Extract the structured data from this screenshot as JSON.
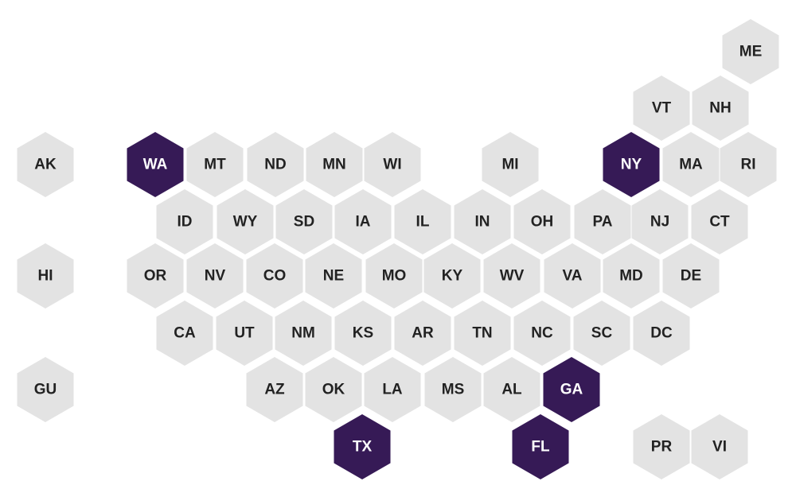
{
  "map": {
    "colors": {
      "default_fill": "#e3e3e3",
      "highlight_fill": "#361a56",
      "default_text": "#222222",
      "highlight_text": "#ffffff"
    },
    "states": [
      {
        "abbr": "ME",
        "highlighted": false
      },
      {
        "abbr": "VT",
        "highlighted": false
      },
      {
        "abbr": "NH",
        "highlighted": false
      },
      {
        "abbr": "AK",
        "highlighted": false
      },
      {
        "abbr": "WA",
        "highlighted": true
      },
      {
        "abbr": "MT",
        "highlighted": false
      },
      {
        "abbr": "ND",
        "highlighted": false
      },
      {
        "abbr": "MN",
        "highlighted": false
      },
      {
        "abbr": "WI",
        "highlighted": false
      },
      {
        "abbr": "MI",
        "highlighted": false
      },
      {
        "abbr": "NY",
        "highlighted": true
      },
      {
        "abbr": "MA",
        "highlighted": false
      },
      {
        "abbr": "RI",
        "highlighted": false
      },
      {
        "abbr": "ID",
        "highlighted": false
      },
      {
        "abbr": "WY",
        "highlighted": false
      },
      {
        "abbr": "SD",
        "highlighted": false
      },
      {
        "abbr": "IA",
        "highlighted": false
      },
      {
        "abbr": "IL",
        "highlighted": false
      },
      {
        "abbr": "IN",
        "highlighted": false
      },
      {
        "abbr": "OH",
        "highlighted": false
      },
      {
        "abbr": "PA",
        "highlighted": false
      },
      {
        "abbr": "NJ",
        "highlighted": false
      },
      {
        "abbr": "CT",
        "highlighted": false
      },
      {
        "abbr": "HI",
        "highlighted": false
      },
      {
        "abbr": "OR",
        "highlighted": false
      },
      {
        "abbr": "NV",
        "highlighted": false
      },
      {
        "abbr": "CO",
        "highlighted": false
      },
      {
        "abbr": "NE",
        "highlighted": false
      },
      {
        "abbr": "MO",
        "highlighted": false
      },
      {
        "abbr": "KY",
        "highlighted": false
      },
      {
        "abbr": "WV",
        "highlighted": false
      },
      {
        "abbr": "VA",
        "highlighted": false
      },
      {
        "abbr": "MD",
        "highlighted": false
      },
      {
        "abbr": "DE",
        "highlighted": false
      },
      {
        "abbr": "CA",
        "highlighted": false
      },
      {
        "abbr": "UT",
        "highlighted": false
      },
      {
        "abbr": "NM",
        "highlighted": false
      },
      {
        "abbr": "KS",
        "highlighted": false
      },
      {
        "abbr": "AR",
        "highlighted": false
      },
      {
        "abbr": "TN",
        "highlighted": false
      },
      {
        "abbr": "NC",
        "highlighted": false
      },
      {
        "abbr": "SC",
        "highlighted": false
      },
      {
        "abbr": "DC",
        "highlighted": false
      },
      {
        "abbr": "GU",
        "highlighted": false
      },
      {
        "abbr": "AZ",
        "highlighted": false
      },
      {
        "abbr": "OK",
        "highlighted": false
      },
      {
        "abbr": "LA",
        "highlighted": false
      },
      {
        "abbr": "MS",
        "highlighted": false
      },
      {
        "abbr": "AL",
        "highlighted": false
      },
      {
        "abbr": "GA",
        "highlighted": true
      },
      {
        "abbr": "TX",
        "highlighted": true
      },
      {
        "abbr": "FL",
        "highlighted": true
      },
      {
        "abbr": "PR",
        "highlighted": false
      },
      {
        "abbr": "VI",
        "highlighted": false
      }
    ]
  }
}
